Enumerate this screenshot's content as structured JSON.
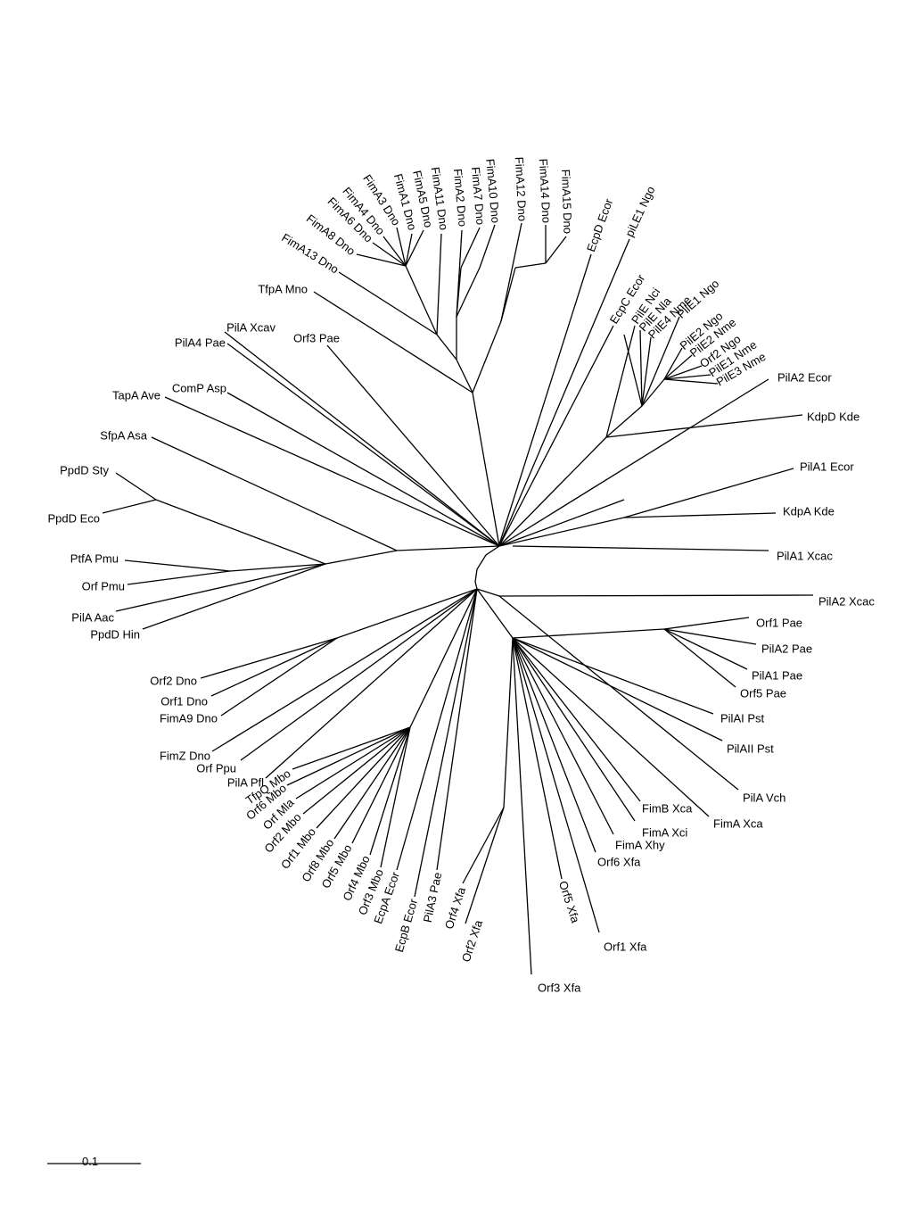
{
  "scale_bar": {
    "label": "0.1"
  },
  "taxa": [
    {
      "id": "fimA3_dno",
      "label": "FimA3 Dno"
    },
    {
      "id": "fimA1_dno",
      "label": "FimA1 Dno"
    },
    {
      "id": "fimA5_dno",
      "label": "FimA5 Dno"
    },
    {
      "id": "fimA11_dno",
      "label": "FimA11 Dno"
    },
    {
      "id": "fimA2_dno",
      "label": "FimA2 Dno"
    },
    {
      "id": "fimA7_dno",
      "label": "FimA7 Dno"
    },
    {
      "id": "fimA10_dno",
      "label": "FimA10 Dno"
    },
    {
      "id": "fimA12_dno",
      "label": "FimA12 Dno"
    },
    {
      "id": "fimA14_dno",
      "label": "FimA14 Dno"
    },
    {
      "id": "fimA15_dno",
      "label": "FimA15 Dno"
    },
    {
      "id": "fimA4_dno",
      "label": "FimA4 Dno"
    },
    {
      "id": "fimA6_dno",
      "label": "FimA6 Dno"
    },
    {
      "id": "fimA8_dno",
      "label": "FimA8 Dno"
    },
    {
      "id": "fimA13_dno",
      "label": "FimA13 Dno"
    },
    {
      "id": "ecpD_ecor",
      "label": "EcpD Ecor"
    },
    {
      "id": "pilE1_ngo_top",
      "label": "piLE1 Ngo"
    },
    {
      "id": "ecpC_ecor",
      "label": "EcpC Ecor"
    },
    {
      "id": "pilE_nci",
      "label": "PilE Nci"
    },
    {
      "id": "pilE_nla",
      "label": "PilE Nla"
    },
    {
      "id": "pilE4_nme",
      "label": "PilE4 Nme"
    },
    {
      "id": "pilE1_ngo",
      "label": "PilE1 Ngo"
    },
    {
      "id": "pilE2_ngo",
      "label": "PilE2 Ngo"
    },
    {
      "id": "pilE2_nme",
      "label": "PilE2 Nme"
    },
    {
      "id": "orf2_ngo",
      "label": "Orf2 Ngo"
    },
    {
      "id": "pilE1_nme",
      "label": "PilE1 Nme"
    },
    {
      "id": "pilE3_nme",
      "label": "PilE3 Nme"
    },
    {
      "id": "tfpA_mno",
      "label": "TfpA Mno"
    },
    {
      "id": "pilA_xcav",
      "label": "PilA Xcav"
    },
    {
      "id": "pilA4_pae",
      "label": "PilA4 Pae"
    },
    {
      "id": "orf3_pae",
      "label": "Orf3 Pae"
    },
    {
      "id": "comP_asp",
      "label": "ComP Asp"
    },
    {
      "id": "tapA_ave",
      "label": "TapA Ave"
    },
    {
      "id": "sfpA_asa",
      "label": "SfpA Asa"
    },
    {
      "id": "ppdD_sty",
      "label": "PpdD Sty"
    },
    {
      "id": "ppdD_eco",
      "label": "PpdD Eco"
    },
    {
      "id": "ptfA_pmu",
      "label": "PtfA Pmu"
    },
    {
      "id": "orf_pmu",
      "label": "Orf Pmu"
    },
    {
      "id": "pilA_aac",
      "label": "PilA Aac"
    },
    {
      "id": "ppdD_hin",
      "label": "PpdD Hin"
    },
    {
      "id": "pilA2_ecor",
      "label": "PilA2 Ecor"
    },
    {
      "id": "kdpD_kde",
      "label": "KdpD Kde"
    },
    {
      "id": "pilA1_ecor",
      "label": "PilA1 Ecor"
    },
    {
      "id": "kdpA_kde",
      "label": "KdpA Kde"
    },
    {
      "id": "pilA1_xcac",
      "label": "PilA1 Xcac"
    },
    {
      "id": "pilA2_xcac",
      "label": "PilA2 Xcac"
    },
    {
      "id": "orf1_pae",
      "label": "Orf1 Pae"
    },
    {
      "id": "pilA2_pae",
      "label": "PilA2 Pae"
    },
    {
      "id": "pilA1_pae",
      "label": "PilA1 Pae"
    },
    {
      "id": "orf5_pae",
      "label": "Orf5 Pae"
    },
    {
      "id": "pilAI_pst",
      "label": "PilAI Pst"
    },
    {
      "id": "pilAII_pst",
      "label": "PilAII Pst"
    },
    {
      "id": "pilA_vch",
      "label": "PilA Vch"
    },
    {
      "id": "fimA_xca",
      "label": "FimA Xca"
    },
    {
      "id": "fimB_xca",
      "label": "FimB Xca"
    },
    {
      "id": "fimA_xci",
      "label": "FimA Xci"
    },
    {
      "id": "fimA_xhy",
      "label": "FimA Xhy"
    },
    {
      "id": "orf6_xfa",
      "label": "Orf6 Xfa"
    },
    {
      "id": "orf5_xfa",
      "label": "Orf5 Xfa"
    },
    {
      "id": "orf1_xfa",
      "label": "Orf1 Xfa"
    },
    {
      "id": "orf3_xfa",
      "label": "Orf3 Xfa"
    },
    {
      "id": "orf2_xfa",
      "label": "Orf2 Xfa"
    },
    {
      "id": "orf4_xfa",
      "label": "Orf4 Xfa"
    },
    {
      "id": "pilA3_pae",
      "label": "PilA3 Pae"
    },
    {
      "id": "ecpB_ecor",
      "label": "EcpB Ecor"
    },
    {
      "id": "ecpA_ecor",
      "label": "EcpA Ecor"
    },
    {
      "id": "orf3_mbo",
      "label": "Orf3 Mbo"
    },
    {
      "id": "orf4_mbo",
      "label": "Orf4 Mbo"
    },
    {
      "id": "orf5_mbo",
      "label": "Orf5 Mbo"
    },
    {
      "id": "orf8_mbo",
      "label": "Orf8 Mbo"
    },
    {
      "id": "orf1_mbo",
      "label": "Orf1 Mbo"
    },
    {
      "id": "orf2_mbo",
      "label": "Orf2 Mbo"
    },
    {
      "id": "orf_mla",
      "label": "Orf Mla"
    },
    {
      "id": "orf6_mbo",
      "label": "Orf6 Mbo"
    },
    {
      "id": "tfpQ_mbo",
      "label": "TfpQ Mbo"
    },
    {
      "id": "pilA_pfl",
      "label": "PilA Pfl"
    },
    {
      "id": "orf_ppu",
      "label": "Orf Ppu"
    },
    {
      "id": "fimZ_dno",
      "label": "FimZ Dno"
    },
    {
      "id": "fimA9_dno",
      "label": "FimA9 Dno"
    },
    {
      "id": "orf1_dno",
      "label": "Orf1 Dno"
    },
    {
      "id": "orf2_dno",
      "label": "Orf2 Dno"
    }
  ]
}
